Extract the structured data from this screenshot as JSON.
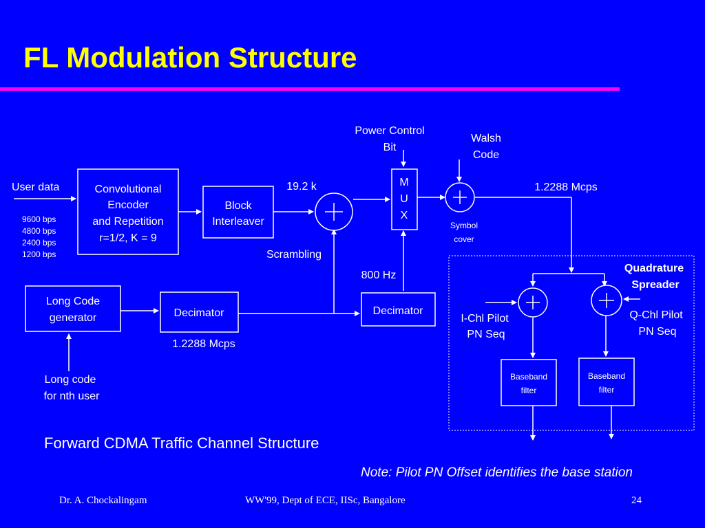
{
  "title": "FL Modulation Structure",
  "colors": {
    "background": "#0000FF",
    "title": "#FFFF00",
    "rule": "#FF00FF",
    "foreground": "#FFFFFF"
  },
  "diagram": {
    "inputs": {
      "user_data": "User data",
      "rates": [
        "9600 bps",
        "4800 bps",
        "2400 bps",
        "1200 bps"
      ],
      "power_control": [
        "Power Control",
        "Bit"
      ],
      "walsh": [
        "Walsh",
        "Code"
      ],
      "long_code": [
        "Long code",
        "for nth user"
      ]
    },
    "blocks": {
      "encoder": [
        "Convolutional",
        "Encoder",
        "and Repetition",
        "r=1/2, K = 9"
      ],
      "interleaver": [
        "Block",
        "Interleaver"
      ],
      "mux": [
        "M",
        "U",
        "X"
      ],
      "long_code_gen": [
        "Long Code",
        "generator"
      ],
      "decimator1": "Decimator",
      "decimator2": "Decimator",
      "baseband_i": [
        "Baseband",
        "filter"
      ],
      "baseband_q": [
        "Baseband",
        "filter"
      ]
    },
    "labels": {
      "rate_19k": "19.2 k",
      "scrambling": "Scrambling",
      "hz800": "800 Hz",
      "chip_rate_top": "1.2288 Mcps",
      "chip_rate_bottom": "1.2288 Mcps",
      "symbol_cover": [
        "Symbol",
        "cover"
      ],
      "quadrature": [
        "Quadrature",
        "Spreader"
      ],
      "i_pilot": [
        "I-Chl Pilot",
        "PN Seq"
      ],
      "q_pilot": [
        "Q-Chl Pilot",
        "PN Seq"
      ]
    }
  },
  "caption": "Forward CDMA Traffic Channel Structure",
  "note": "Note: Pilot PN Offset identifies the base station",
  "footer": {
    "left": "Dr. A. Chockalingam",
    "center": "WW'99, Dept of ECE, IISc, Bangalore",
    "page": "24"
  }
}
